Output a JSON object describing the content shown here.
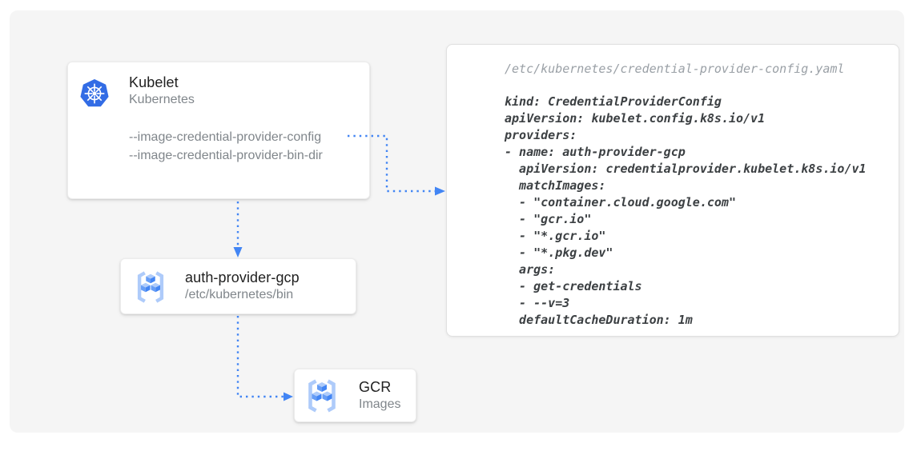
{
  "colors": {
    "arrow_blue": "#4285f4",
    "kubernetes_blue": "#326ce5",
    "gcr_icon_light": "#aecbfa",
    "gcr_icon_mid": "#669df6",
    "canvas_gray": "#f5f5f5"
  },
  "kubelet_card": {
    "icon": "kubernetes-icon",
    "title": "Kubelet",
    "subtitle": "Kubernetes",
    "flags": [
      "--image-credential-provider-config",
      "--image-credential-provider-bin-dir"
    ]
  },
  "auth_provider_card": {
    "icon": "gcr-icon",
    "title": "auth-provider-gcp",
    "subtitle": "/etc/kubernetes/bin"
  },
  "gcr_card": {
    "icon": "gcr-icon",
    "title": "GCR",
    "subtitle": "Images"
  },
  "config_panel": {
    "file_path": "/etc/kubernetes/credential-provider-config.yaml",
    "code": "kind: CredentialProviderConfig\napiVersion: kubelet.config.k8s.io/v1\nproviders:\n- name: auth-provider-gcp\n  apiVersion: credentialprovider.kubelet.k8s.io/v1\n  matchImages:\n  - \"container.cloud.google.com\"\n  - \"gcr.io\"\n  - \"*.gcr.io\"\n  - \"*.pkg.dev\"\n  args:\n  - get-credentials\n  - --v=3\n  defaultCacheDuration: 1m"
  }
}
